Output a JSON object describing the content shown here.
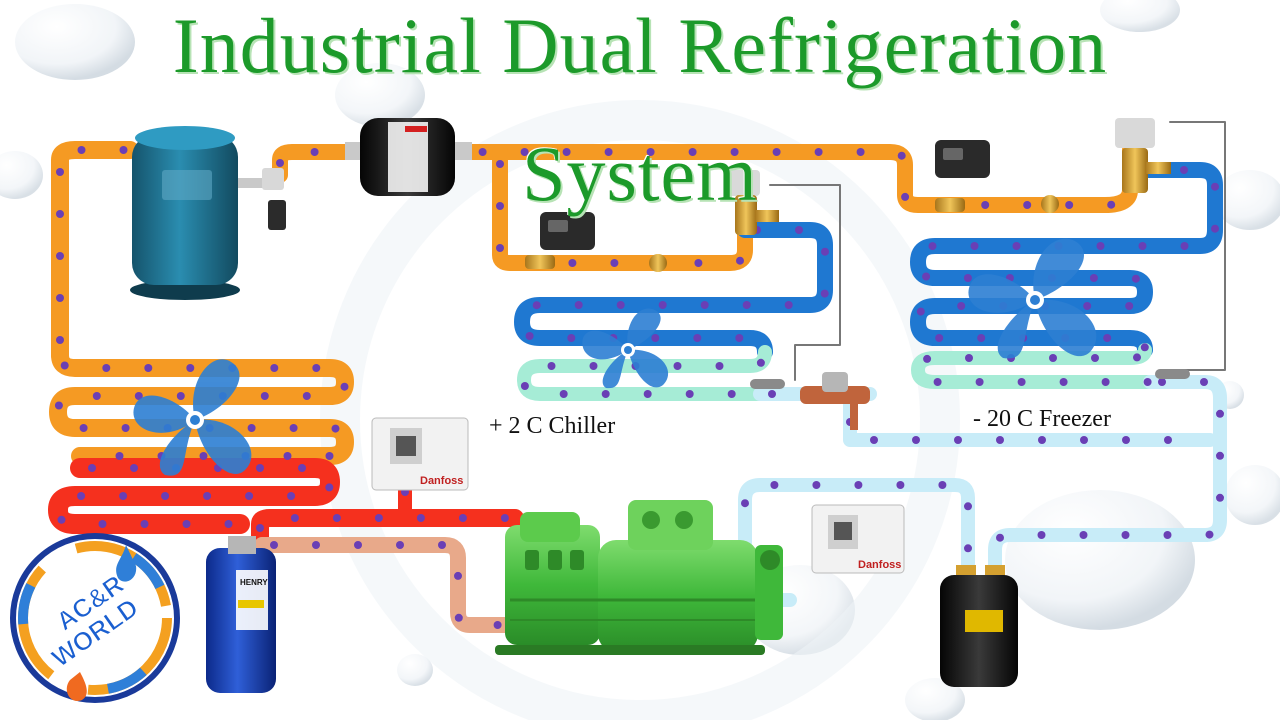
{
  "title": {
    "line1": "Industrial Dual Refrigeration",
    "line2": "System"
  },
  "labels": {
    "chiller": "+ 2 C Chiller",
    "freezer": "- 20 C Freezer"
  },
  "logo": {
    "line1": "AC&R",
    "line2": "WORLD"
  },
  "component_text": {
    "pressure_switch_brand": "Danfoss",
    "accumulator_brand": "HENRY"
  },
  "colors": {
    "title_green": "#1c9a2a",
    "liquid_line": "#f59a23",
    "discharge_line": "#f5301e",
    "suction_line_light": "#c8ecf8",
    "evaporator_blue": "#1f78d1",
    "evaporator_mint": "#a6ecd6",
    "suction_return": "#e8a98a",
    "fan_blue": "#2d7fd3",
    "compressor_green": "#4fbf45",
    "receiver_teal": "#1e6f8c",
    "flow_dot": "#6a3fb5"
  },
  "icons": [
    "fan-icon",
    "solenoid-valve-icon",
    "expansion-valve-icon",
    "sight-glass-icon",
    "filter-drier-icon",
    "pressure-switch-icon",
    "receiver-tank-icon",
    "compressor-icon",
    "accumulator-icon",
    "logo-emblem-icon"
  ]
}
